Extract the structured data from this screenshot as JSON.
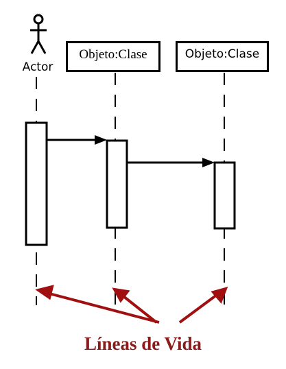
{
  "actor": {
    "label": "Actor"
  },
  "objects": [
    {
      "label": "Objeto:Clase"
    },
    {
      "label": "Objeto:Clase"
    }
  ],
  "caption": "Líneas de Vida",
  "colors": {
    "line": "#000000",
    "caption": "#8b1a1a",
    "arrow": "#a01010"
  }
}
